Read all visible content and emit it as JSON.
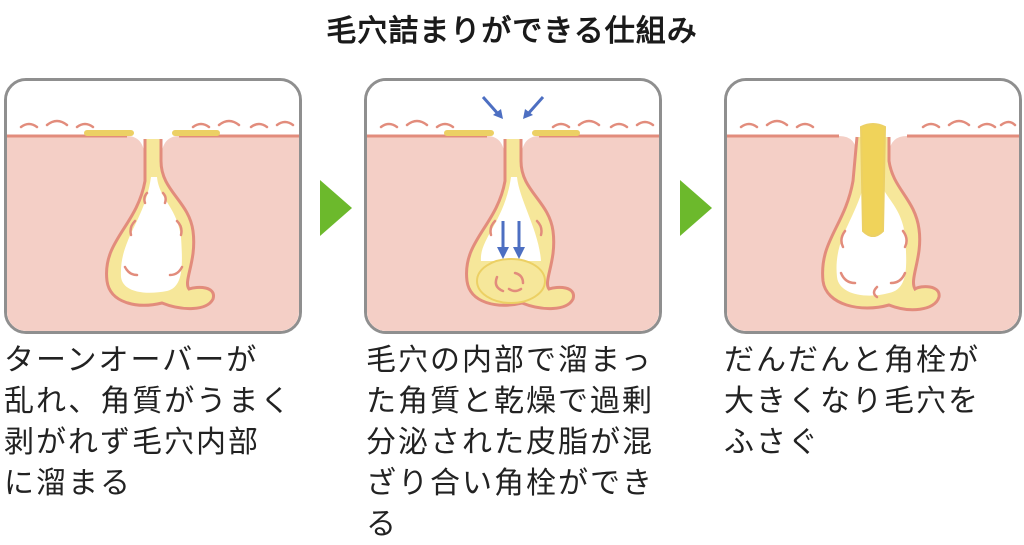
{
  "title": "毛穴詰まりができる仕組み",
  "colors": {
    "skin": "#f4cfc6",
    "skin_line": "#e28c7c",
    "sebum": "#f6e79a",
    "sebum_edge": "#ecd064",
    "pore_inside": "#ffffff",
    "arrow_green": "#6cb92c",
    "pressure_arrow_blue": "#4d6fc2",
    "panel_border": "#8f8f8f"
  },
  "steps": [
    {
      "caption": "ターンオーバーが\n乱れ、角質がうまく\n剥がれず毛穴内部\nに溜まる"
    },
    {
      "caption": "毛穴の内部で溜まっ\nた角質と乾燥で過剰\n分泌された皮脂が混\nざり合い角栓ができる"
    },
    {
      "caption": "だんだんと角栓が\n大きくなり毛穴を\nふさぐ"
    }
  ],
  "icons": {
    "step_arrow": "triangle-right-icon",
    "pressure_arrow": "arrow-down-icon"
  }
}
